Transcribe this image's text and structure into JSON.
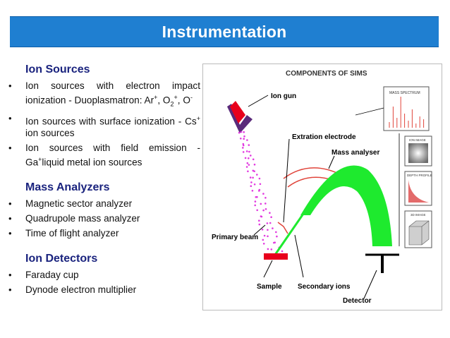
{
  "title": "Instrumentation",
  "sections": {
    "ion_sources": {
      "heading": "Ion Sources",
      "items": [
        {
          "main": "Ion sources with electron impact ionization - Duoplasmatron: Ar",
          "sup1": "+",
          "mid1": ", O",
          "sub": "2",
          "sup2": "+",
          "mid2": ", O",
          "sup3": "-"
        },
        {
          "pre": "Ion sources with surface ionization - Cs",
          "sup": "+",
          "post": " ion sources"
        },
        {
          "pre": "Ion sources with field emission - Ga",
          "sup": "+",
          "post": "liquid metal ion sources"
        }
      ]
    },
    "mass_analyzers": {
      "heading": "Mass Analyzers",
      "items": [
        "Magnetic sector analyzer",
        "Quadrupole mass analyzer",
        "Time of flight analyzer"
      ]
    },
    "ion_detectors": {
      "heading": "Ion Detectors",
      "items": [
        "Faraday cup",
        "Dynode electron multiplier"
      ]
    }
  },
  "bullet_glyph": "•",
  "diagram": {
    "title": "COMPONENTS OF SIMS",
    "labels": {
      "ion_gun": "Ion gun",
      "extraction_electrode": "Extration electrode",
      "mass_analyser": "Mass analyser",
      "primary_beam": "Primary beam",
      "sample": "Sample",
      "secondary_ions": "Secondary ions",
      "detector": "Detector"
    },
    "panels": {
      "mass_spectrum": "MASS SPECTRUM",
      "ion_image": "ION IMAGE",
      "depth_profile": "DEPTH PROFILE",
      "three_d_image": "3D IMAGE"
    },
    "colors": {
      "ion_gun_body": "#5a2a7a",
      "ion_gun_tip": "#e8001c",
      "primary_beam": "#e23be0",
      "mass_analyser": "#1eea2e",
      "extraction_electrode": "#e0443a",
      "sample": "#e8001c",
      "title_bar": "#1f7fd1",
      "heading": "#1a237e"
    }
  }
}
